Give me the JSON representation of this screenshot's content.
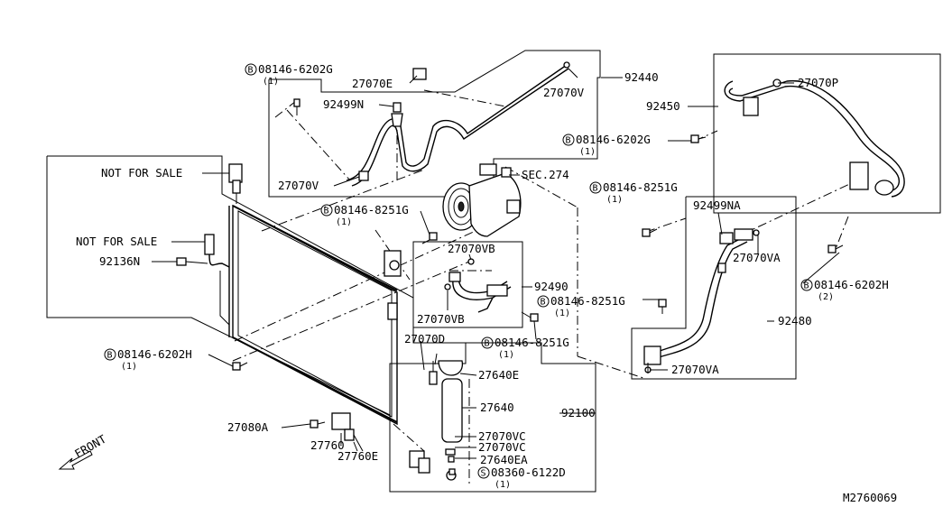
{
  "labels": {
    "bolt_08146_6202g_top": "08146-6202G",
    "bolt_08146_6202g_top_qty": "(1)",
    "part_27070e": "27070E",
    "part_27070v_top": "27070V",
    "part_92440": "92440",
    "part_92499n": "92499N",
    "part_27070v_left": "27070V",
    "not_for_sale_1": "NOT FOR SALE",
    "not_for_sale_2": "NOT FOR SALE",
    "part_92136n": "92136N",
    "bolt_08146_8251g_left": "08146-8251G",
    "bolt_08146_8251g_left_qty": "(1)",
    "part_27070vb_top": "27070VB",
    "part_92490": "92490",
    "part_27070vb_bottom": "27070VB",
    "bolt_08146_6202h_left": "08146-6202H",
    "bolt_08146_6202h_left_qty": "(1)",
    "part_27070d": "27070D",
    "part_27640e": "27640E",
    "part_27640": "27640",
    "part_92100": "92100",
    "part_27080a": "27080A",
    "part_27760": "27760",
    "part_27760e": "27760E",
    "part_27070vc_1": "27070VC",
    "part_27070vc_2": "27070VC",
    "part_27640ea": "27640EA",
    "screw_08360_6122d": "08360-6122D",
    "screw_08360_6122d_qty": "(1)",
    "sec_274": "SEC.274",
    "bolt_08146_8251g_mid": "08146-8251G",
    "bolt_08146_8251g_mid_qty": "(1)",
    "bolt_08146_8251g_lower": "08146-8251G",
    "bolt_08146_8251g_lower_qty": "(1)",
    "bolt_08146_8251g_right": "08146-8251G",
    "bolt_08146_8251g_right_qty": "(1)",
    "bolt_08146_6202g_right": "08146-6202G",
    "bolt_08146_6202g_right_qty": "(1)",
    "part_92450": "92450",
    "part_27070p": "27070P",
    "part_92499na": "92499NA",
    "part_27070va_top": "27070VA",
    "part_27070va_bottom": "27070VA",
    "part_92480": "92480",
    "bolt_08146_6202h_right": "08146-6202H",
    "bolt_08146_6202h_right_qty": "(2)",
    "front_arrow": "FRONT",
    "diagram_code": "M2760069"
  },
  "symbols": {
    "bolt_prefix": "B",
    "screw_prefix": "S"
  }
}
